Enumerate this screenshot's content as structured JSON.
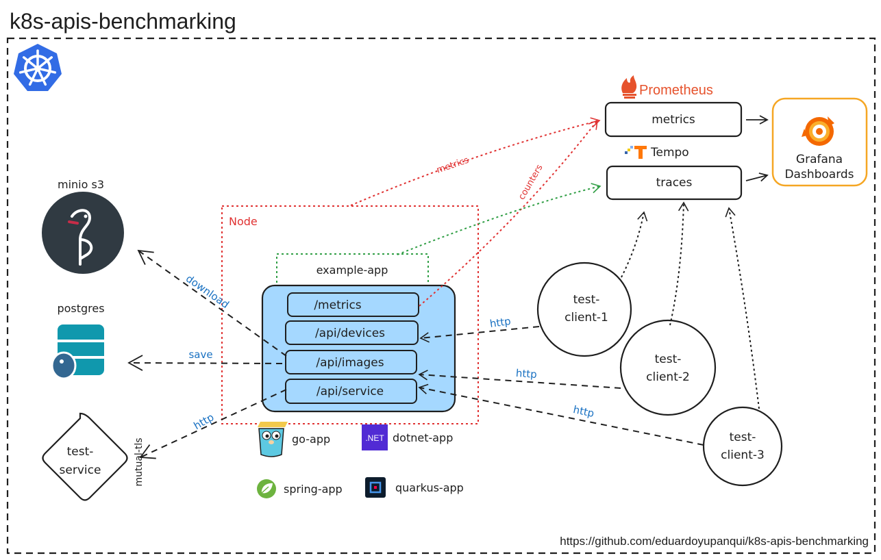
{
  "title": "k8s-apis-benchmarking",
  "footer_url": "https://github.com/eduardoyupanqui/k8s-apis-benchmarking",
  "node": {
    "label": "Node",
    "app_title": "example-app",
    "endpoints": [
      "/metrics",
      "/api/devices",
      "/api/images",
      "/api/service"
    ]
  },
  "observability": {
    "prometheus_label": "Prometheus",
    "metrics_label": "metrics",
    "tempo_label": "Tempo",
    "traces_label": "traces",
    "grafana_label": "Grafana",
    "dashboards_label": "Dashboards"
  },
  "storage": {
    "minio_label": "minio s3",
    "postgres_label": "postgres"
  },
  "test_service": {
    "line1": "test-",
    "line2": "service"
  },
  "clients": [
    {
      "line1": "test-",
      "line2": "client-1"
    },
    {
      "line1": "test-",
      "line2": "client-2"
    },
    {
      "line1": "test-",
      "line2": "client-3"
    }
  ],
  "edge_labels": {
    "metrics": "metrics",
    "counters": "counters",
    "download": "download",
    "save": "save",
    "http": "http",
    "mutual_tls": "mutual-tls"
  },
  "apps": {
    "go": "go-app",
    "dotnet": "dotnet-app",
    "dotnet_badge": ".NET",
    "spring": "spring-app",
    "quarkus": "quarkus-app"
  },
  "colors": {
    "k8s_blue": "#326CE5",
    "node_red": "#E03131",
    "trace_green": "#2F9E44",
    "app_fill": "#A5D8FF",
    "label_blue": "#1971C2",
    "prometheus_orange": "#E6522C",
    "grafana_orange": "#F5A623",
    "postgres_teal": "#1098AD",
    "dotnet_purple": "#512BD4",
    "quarkus_navy": "#0D1C2C",
    "spring_green": "#6DB33F"
  }
}
